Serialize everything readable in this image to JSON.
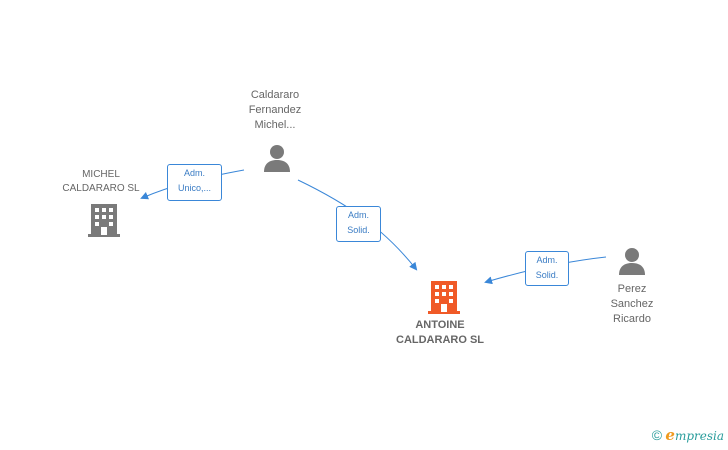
{
  "colors": {
    "edge": "#3a87d8",
    "person": "#7a7a7a",
    "company": "#7a7a7a",
    "focus_company": "#f05a28"
  },
  "nodes": {
    "person_michel": {
      "lines": [
        "Caldararo",
        "Fernandez",
        "Michel..."
      ]
    },
    "company_michel": {
      "lines": [
        "MICHEL",
        "CALDARARO SL"
      ]
    },
    "company_antoine": {
      "lines": [
        "ANTOINE",
        "CALDARARO SL"
      ]
    },
    "person_perez": {
      "lines": [
        "Perez",
        "Sanchez",
        "Ricardo"
      ]
    }
  },
  "edges": {
    "edge_michel_to_michelsl": {
      "role": [
        "Adm.",
        "Unico,..."
      ]
    },
    "edge_michel_to_antoine": {
      "role": [
        "Adm.",
        "Solid."
      ]
    },
    "edge_perez_to_antoine": {
      "role": [
        "Adm.",
        "Solid."
      ]
    }
  },
  "watermark": {
    "copyright": "©",
    "brand_initial": "e",
    "brand_rest": "mpresia"
  }
}
